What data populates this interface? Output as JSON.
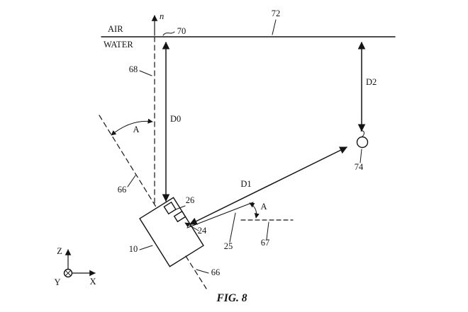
{
  "colors": {
    "background": "#ffffff",
    "ink": "#141414"
  },
  "labels": {
    "air": "AIR",
    "water": "WATER",
    "normal": "n",
    "fig_caption": "FIG. 8"
  },
  "refs": {
    "surface_intersection": "70",
    "water_surface": "72",
    "surface_normal_line": "68",
    "device_axis_upper": "66",
    "device_axis_lower": "66",
    "device": "10",
    "sensor_window": "26",
    "camera_port": "24",
    "sight_line": "25",
    "horizontal_reference": "67",
    "tracked_object": "74"
  },
  "distances": {
    "d0": "D0",
    "d1": "D1",
    "d2": "D2"
  },
  "angles": {
    "surface_tilt": "A",
    "target_elevation": "A"
  },
  "axes": {
    "x": "X",
    "y": "Y",
    "z": "Z"
  }
}
